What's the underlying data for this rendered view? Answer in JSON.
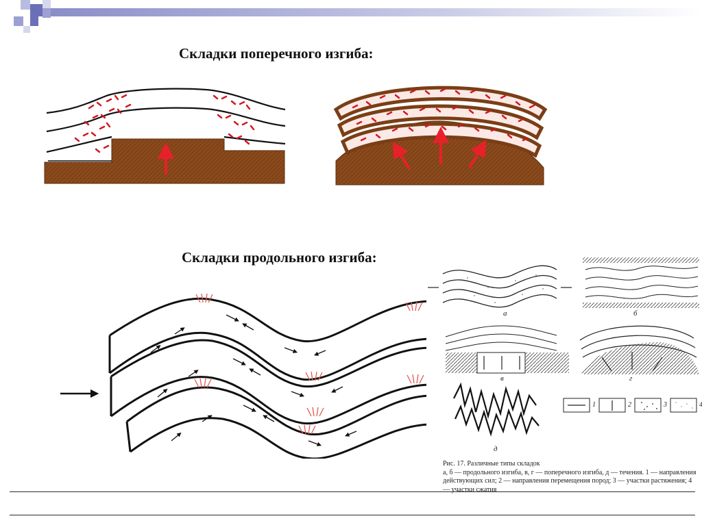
{
  "slide": {
    "title_transverse": "Складки поперечного изгиба:",
    "title_longitudinal": "Складки продольного изгиба:"
  },
  "figure": {
    "labels": {
      "a": "а",
      "b": "б",
      "v": "в",
      "g": "г",
      "d": "д"
    },
    "legend": [
      "1",
      "2",
      "3",
      "4"
    ],
    "caption_line1": "Рис. 17. Различные типы складок",
    "caption_line2": "а, б — продольного изгиба, в, г — поперечного изгиба, д — течения. 1 — направления действующих сил; 2 — направления перемещения пород; 3 — участки растяжения; 4 — участки сжатия"
  },
  "colors": {
    "rock": "#8b4a1c",
    "arrow": "#e8202a",
    "deco_blue": "#6b6fb8",
    "deco_light": "#b9bce0"
  }
}
